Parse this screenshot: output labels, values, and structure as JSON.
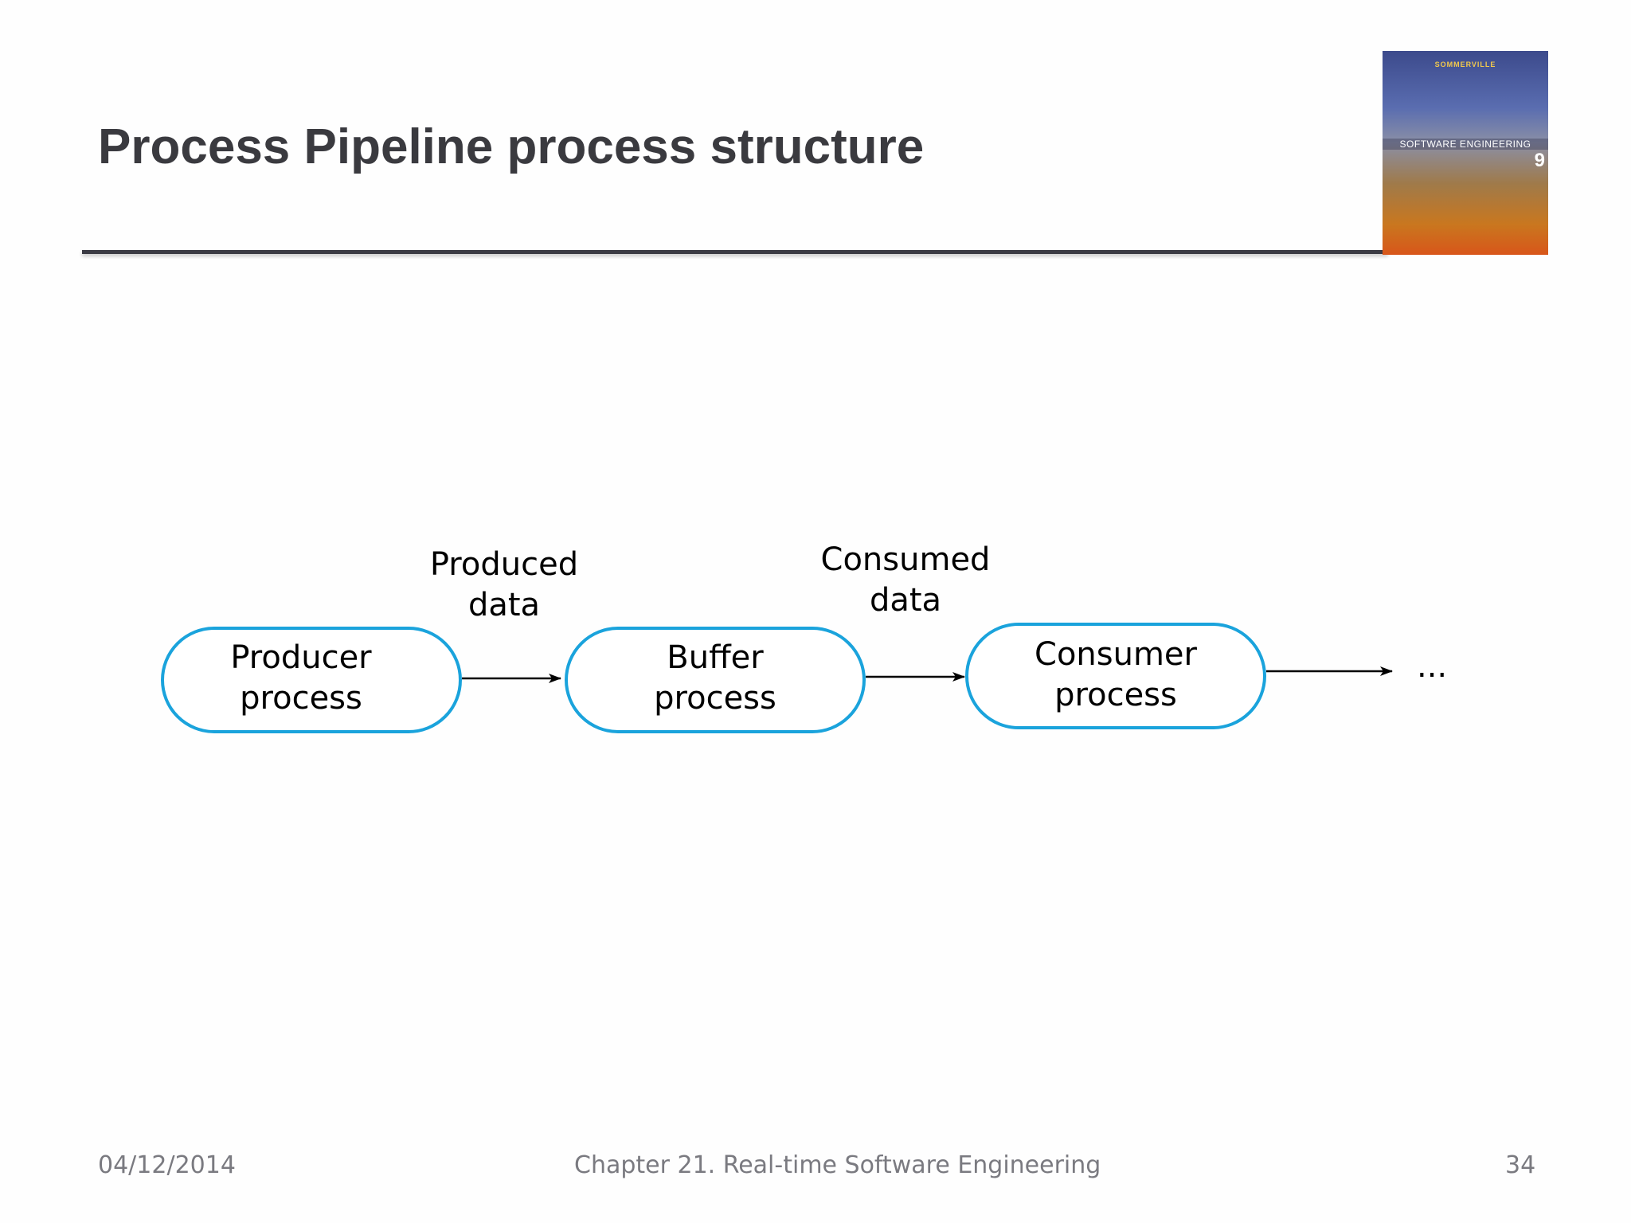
{
  "slide": {
    "title": "Process Pipeline process structure"
  },
  "book_cover": {
    "author": "SOMMERVILLE",
    "title": "SOFTWARE ENGINEERING",
    "edition": "9"
  },
  "diagram": {
    "nodes": [
      {
        "line1": "Producer",
        "line2": "process"
      },
      {
        "line1": "Buffer",
        "line2": "process"
      },
      {
        "line1": "Consumer",
        "line2": "process"
      }
    ],
    "edge_labels": [
      {
        "line1": "Produced",
        "line2": "data"
      },
      {
        "line1": "Consumed",
        "line2": "data"
      }
    ],
    "continuation": "...",
    "colors": {
      "node_border": "#1aa3dc",
      "arrow": "#000000"
    }
  },
  "footer": {
    "date": "04/12/2014",
    "chapter": "Chapter 21. Real-time Software Engineering",
    "page": "34"
  }
}
